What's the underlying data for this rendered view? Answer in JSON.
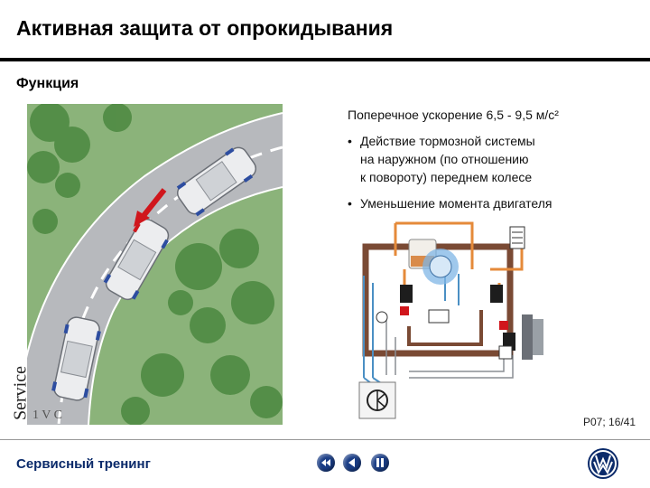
{
  "header": {
    "title": "Активная защита от опрокидывания",
    "section": "Функция"
  },
  "content": {
    "acceleration": "Поперечное ускорение 6,5 - 9,5 м/с²",
    "bullets": [
      {
        "lines": [
          "Действие тормозной системы",
          "на наружном (по отношению",
          "к повороту) переднем колесе"
        ]
      },
      {
        "lines": [
          "Уменьшение момента двигателя"
        ]
      }
    ],
    "bullet_glyph": "•"
  },
  "side_label": "Service",
  "side_letters": "1 V C",
  "page_number": "P07; 16/41",
  "footer": {
    "brand": "Сервисный тренинг",
    "nav_icons": [
      "rewind-icon",
      "back-icon",
      "pause-icon"
    ]
  },
  "colors": {
    "road": "#b7b9bd",
    "grass": "#8bb37a",
    "brand_blue": "#0a2a6a",
    "arrow_red": "#d0161c",
    "pipe_brown": "#7a4a34"
  }
}
